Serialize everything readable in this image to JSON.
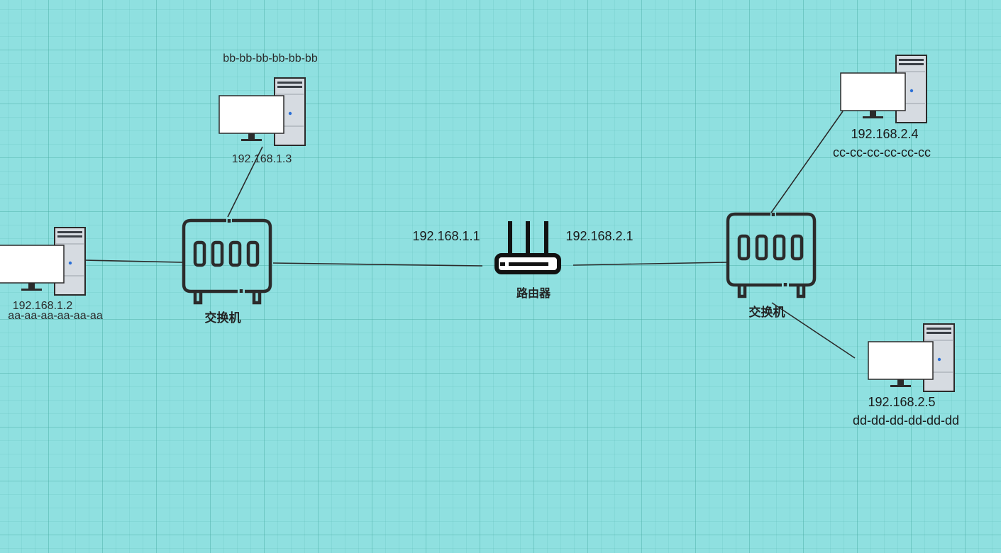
{
  "devices": {
    "pc_a": {
      "ip": "192.168.1.2",
      "mac": "aa-aa-aa-aa-aa-aa"
    },
    "pc_b": {
      "ip": "192.168.1.3",
      "mac": "bb-bb-bb-bb-bb-bb"
    },
    "pc_c": {
      "ip": "192.168.2.4",
      "mac": "cc-cc-cc-cc-cc-cc"
    },
    "pc_d": {
      "ip": "192.168.2.5",
      "mac": "dd-dd-dd-dd-dd-dd"
    },
    "switch_left": {
      "label": "交换机"
    },
    "switch_right": {
      "label": "交换机"
    },
    "router": {
      "label": "路由器",
      "ip_left": "192.168.1.1",
      "ip_right": "192.168.2.1"
    }
  },
  "colors": {
    "background": "#8fe0e0",
    "stroke": "#2b2b2b",
    "monitor_screen": "#ffffff",
    "tower_body": "#d6dbe1",
    "power_led": "#2b6fd6"
  },
  "icons": {
    "computer": "desktop-computer-icon",
    "switch": "network-switch-icon",
    "router": "router-icon"
  }
}
